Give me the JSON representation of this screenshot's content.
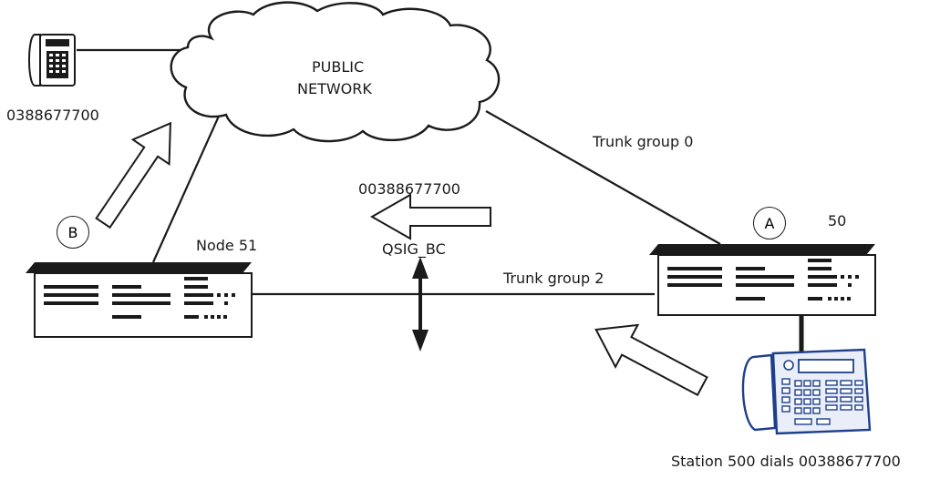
{
  "cloud": {
    "line1": "PUBLIC",
    "line2": "NETWORK"
  },
  "external_phone": {
    "number": "0388677700"
  },
  "links": {
    "trunk_group_0": "Trunk group 0",
    "trunk_group_2": "Trunk group 2"
  },
  "signaling": {
    "dialed_number": "00388677700",
    "protocol": "QSIG_BC"
  },
  "node_b": {
    "marker": "B",
    "label": "Node 51"
  },
  "node_a": {
    "marker": "A",
    "label": "50"
  },
  "station": {
    "caption": "Station 500 dials 00388677700"
  }
}
